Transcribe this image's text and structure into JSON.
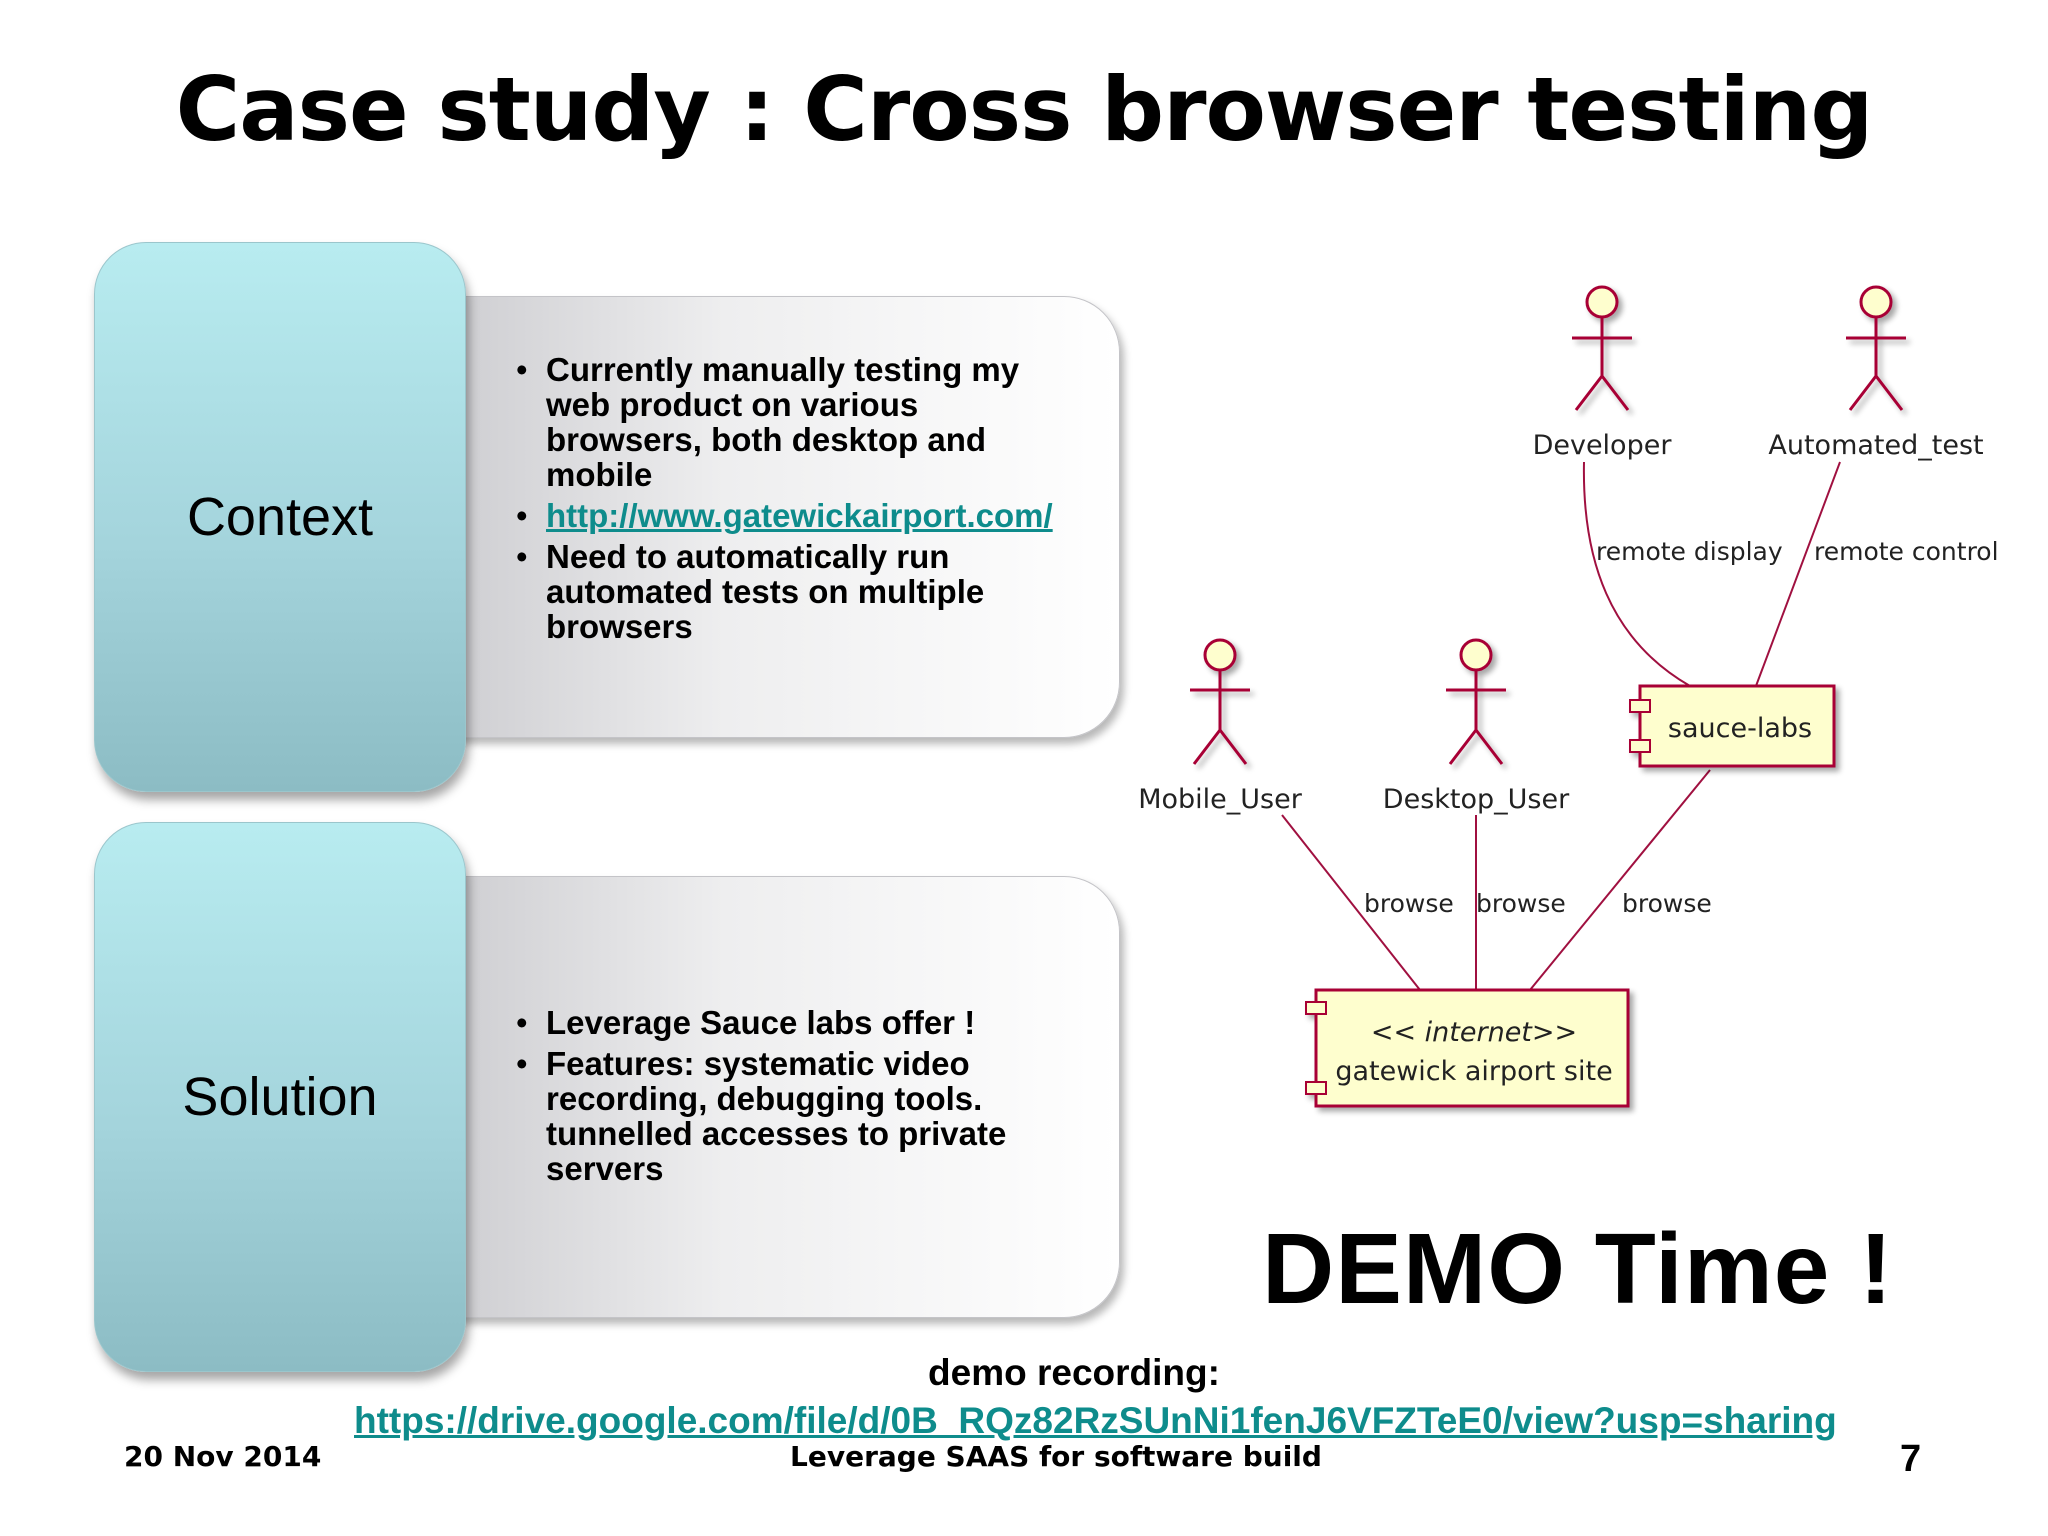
{
  "slide": {
    "title": "Case study : Cross browser testing",
    "context": {
      "heading": "Context",
      "bullets": [
        "Currently manually testing my web product on various browsers, both desktop and mobile",
        "http://www.gatewickairport.com/",
        "Need to automatically run automated tests on multiple browsers"
      ]
    },
    "solution": {
      "heading": "Solution",
      "bullets": [
        "Leverage Sauce labs offer !",
        "Features: systematic video recording, debugging tools. tunnelled accesses to private servers"
      ]
    },
    "diagram": {
      "actors": {
        "developer": "Developer",
        "automated_test": "Automated_test",
        "mobile_user": "Mobile_User",
        "desktop_user": "Desktop_User"
      },
      "components": {
        "sauce_labs": "sauce-labs",
        "site_stereotype": "<< internet>>",
        "site_name": "gatewick airport site"
      },
      "edges": {
        "remote_display": "remote display",
        "remote_control": "remote control",
        "browse_mobile": "browse",
        "browse_desktop": "browse",
        "browse_sauce": "browse"
      },
      "colors": {
        "line": "#a01040",
        "fill": "#fefece",
        "border": "#a80036"
      }
    },
    "demo": {
      "heading": "DEMO Time !",
      "caption": "demo recording:",
      "link": "https://drive.google.com/file/d/0B_RQz82RzSUnNi1fenJ6VFZTeE0/view?usp=sharing"
    },
    "footer": {
      "date": "20 Nov 2014",
      "center": "Leverage SAAS for software build",
      "page": "7"
    }
  }
}
